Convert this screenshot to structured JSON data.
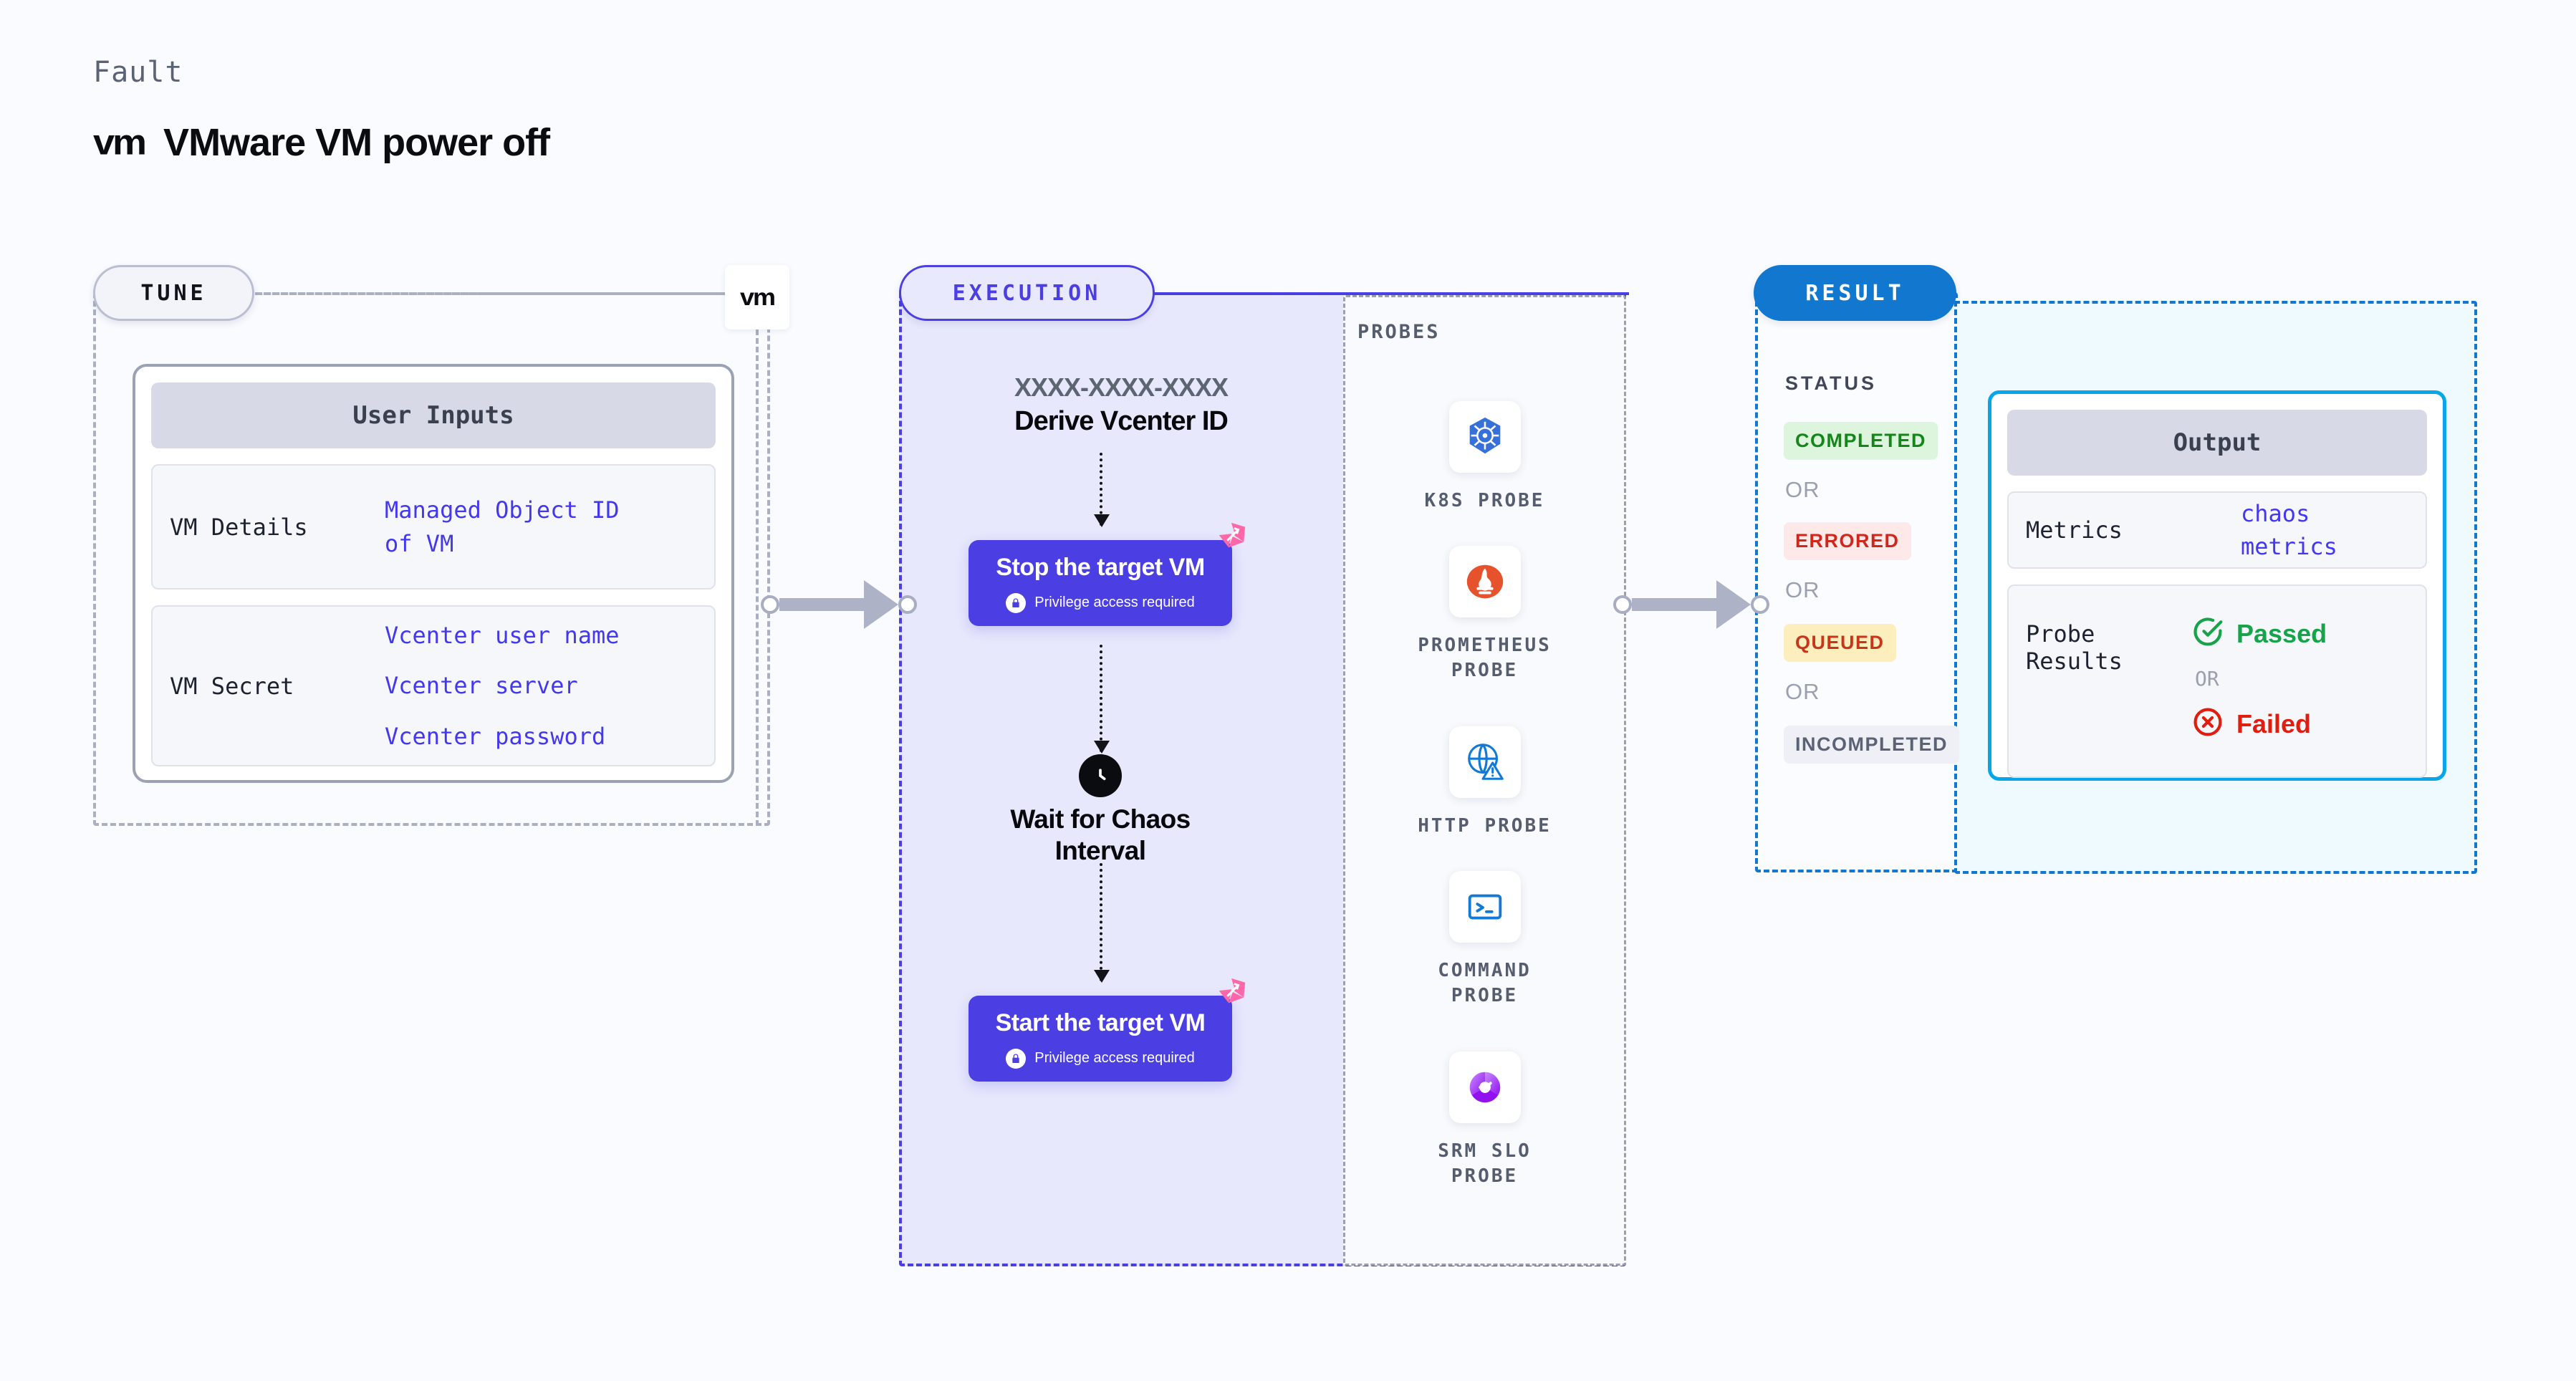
{
  "header": {
    "kicker": "Fault",
    "logo_mark": "vm",
    "title": "VMware VM power off"
  },
  "stages": {
    "tune": {
      "pill_label": "TUNE",
      "vendor_logo": "vm",
      "card": {
        "header": "User Inputs",
        "rows": [
          {
            "key": "VM Details",
            "values": [
              "Managed Object ID",
              "of VM"
            ]
          },
          {
            "key": "VM Secret",
            "values": [
              "Vcenter user name",
              "Vcenter server",
              "Vcenter password"
            ]
          }
        ]
      }
    },
    "execution": {
      "pill_label": "EXECUTION",
      "chaos_id": "XXXX-XXXX-XXXX",
      "derive_label": "Derive Vcenter ID",
      "steps": [
        {
          "title": "Stop the target VM",
          "privilege_note": "Privilege access required"
        },
        {
          "title": "Start the target VM",
          "privilege_note": "Privilege access required"
        }
      ],
      "wait_label": "Wait for Chaos\nInterval",
      "wait_line1": "Wait for Chaos",
      "wait_line2": "Interval"
    },
    "probes": {
      "section_label": "PROBES",
      "items": [
        {
          "label": "K8S PROBE",
          "icon": "kubernetes-icon",
          "color": "#3670d8"
        },
        {
          "label": "PROMETHEUS PROBE",
          "icon": "prometheus-icon",
          "color": "#e6522c"
        },
        {
          "label": "HTTP PROBE",
          "icon": "globe-warning-icon",
          "color": "#1279d6"
        },
        {
          "label": "COMMAND PROBE",
          "icon": "terminal-icon",
          "color": "#1279d6"
        },
        {
          "label": "SRM SLO PROBE",
          "icon": "srm-slo-icon",
          "color": "#a234f0"
        }
      ]
    },
    "result": {
      "pill_label": "RESULT",
      "status_label": "STATUS",
      "or_label": "OR",
      "statuses": [
        {
          "label": "COMPLETED",
          "text_color": "#14861a",
          "bg_color": "#ddf5dc"
        },
        {
          "label": "ERRORED",
          "text_color": "#d0271d",
          "bg_color": "#fde9e7"
        },
        {
          "label": "QUEUED",
          "text_color": "#c9351b",
          "bg_color": "#fdeebd"
        },
        {
          "label": "INCOMPLETED",
          "text_color": "#5b6275",
          "bg_color": "#eef0f5"
        }
      ],
      "output": {
        "header": "Output",
        "metrics_key": "Metrics",
        "metrics_value": "chaos metrics",
        "probe_results_key": "Probe Results",
        "probe_results_key_l1": "Probe",
        "probe_results_key_l2": "Results",
        "passed_label": "Passed",
        "failed_label": "Failed",
        "or_label": "OR"
      }
    }
  },
  "colors": {
    "page_bg": "#f9fbff",
    "execution_accent": "#4b3fe4",
    "result_accent": "#1277ce",
    "output_accent": "#06a6e8",
    "tune_accent": "#aab0c0",
    "chaos_pink": "#ff68a8",
    "link_blue": "#4338f0"
  }
}
